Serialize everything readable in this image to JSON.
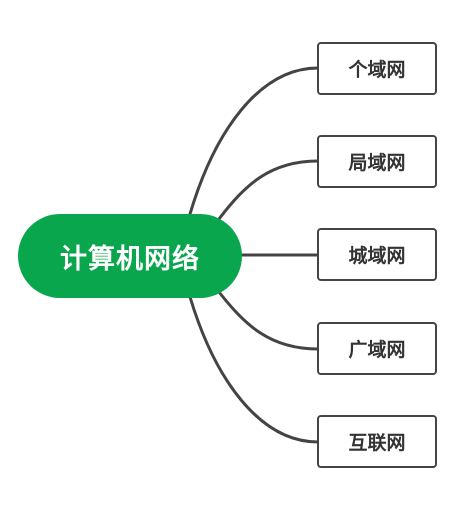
{
  "root": {
    "label": "计算机网络",
    "color": "#09A64E"
  },
  "children": [
    {
      "label": "个域网"
    },
    {
      "label": "局域网"
    },
    {
      "label": "城域网"
    },
    {
      "label": "广域网"
    },
    {
      "label": "互联网"
    }
  ],
  "colors": {
    "connector": "#444444",
    "node_border": "#444444",
    "node_text": "#333333",
    "root_text": "#FFFFFF"
  }
}
